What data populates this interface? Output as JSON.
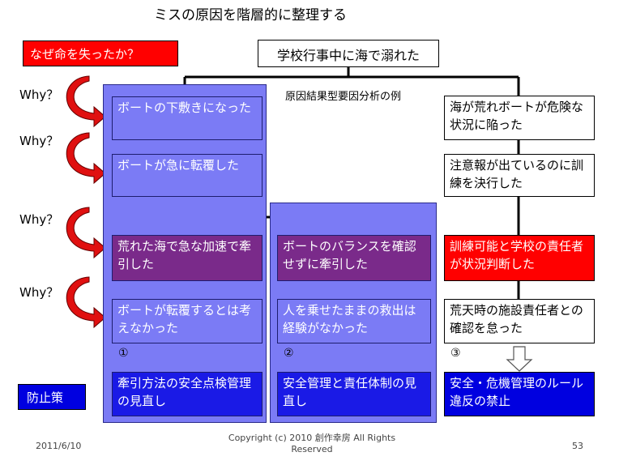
{
  "title": "ミスの原因を階層的に整理する",
  "question_label": "なぜ命を失ったか？",
  "root_event": "学校行事中に海で溺れた",
  "caption": "原因結果型要因分析の例",
  "why_label": "Why？",
  "col1": {
    "boxes": [
      "ボートの下敷きになった",
      "ボートが急に転覆した",
      "荒れた海で急な加速で牽引した",
      "ボートが転覆するとは考えなかった"
    ],
    "number": "①",
    "measure": "牽引方法の安全点検管理の見直し"
  },
  "col2": {
    "boxes": [
      "ボートのバランスを確認せずに牽引した",
      "人を乗せたままの救出は経験がなかった"
    ],
    "number": "②",
    "measure": "安全管理と責任体制の見直し"
  },
  "col3": {
    "boxes": [
      "海が荒れボートが危険な状況に陥った",
      "注意報が出ているのに訓練を決行した",
      "訓練可能と学校の責任者が状況判断した",
      "荒天時の施設責任者との確認を怠った"
    ],
    "number": "③",
    "measure": "安全・危機管理のルール違反の禁止"
  },
  "prevention_label": "防止策",
  "footer": {
    "date": "2011/6/10",
    "copyright": "Copyright (c)  2010 創作幸房 All Rights Reserved",
    "page": "53"
  },
  "colors": {
    "panel": "#7b7bf5",
    "purple_box": "#7a2a8a",
    "red": "#ff0000",
    "navy": "#0000e0"
  }
}
